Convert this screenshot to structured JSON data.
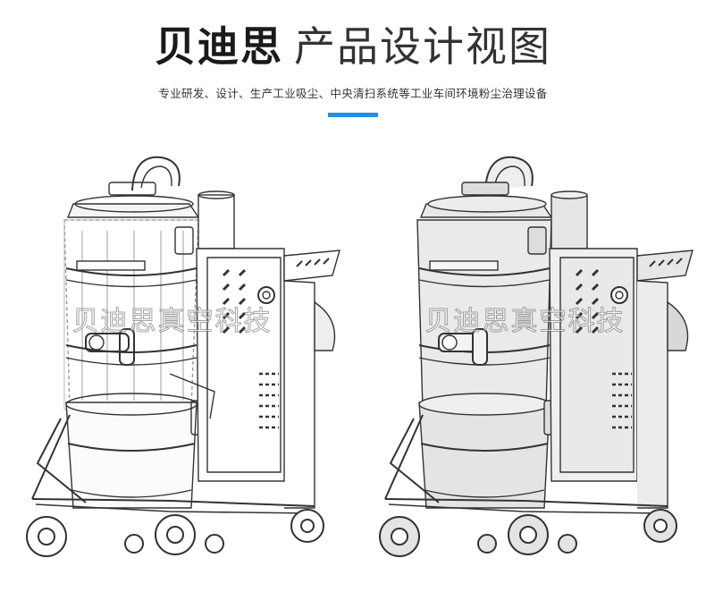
{
  "header": {
    "brand": "贝迪思",
    "title_rest": "产品设计视图",
    "subtitle": "专业研发、设计、生产工业吸尘、中央清扫系统等工业车间环境粉尘治理设备",
    "accent_color": "#1e90e6"
  },
  "figures": {
    "left": {
      "style": "wireframe",
      "watermark": "贝迪思真空科技"
    },
    "right": {
      "style": "shaded",
      "watermark": "贝迪思真空科技"
    }
  }
}
